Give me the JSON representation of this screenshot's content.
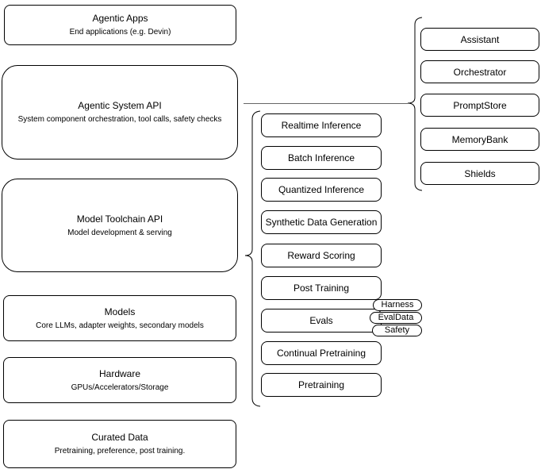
{
  "diagram": {
    "left_stack": [
      {
        "title": "Agentic Apps",
        "subtitle": "End applications (e.g. Devin)"
      },
      {
        "title": "Agentic System API",
        "subtitle": "System component orchestration, tool calls, safety checks"
      },
      {
        "title": "Model Toolchain API",
        "subtitle": "Model development & serving"
      },
      {
        "title": "Models",
        "subtitle": "Core LLMs, adapter weights, secondary models"
      },
      {
        "title": "Hardware",
        "subtitle": "GPUs/Accelerators/Storage"
      },
      {
        "title": "Curated Data",
        "subtitle": "Pretraining, preference, post training."
      }
    ],
    "toolchain_items": [
      "Realtime Inference",
      "Batch Inference",
      "Quantized Inference",
      "Synthetic Data Generation",
      "Reward Scoring",
      "Post Training",
      "Evals",
      "Continual Pretraining",
      "Pretraining"
    ],
    "eval_tags": [
      "Harness",
      "EvalData",
      "Safety"
    ],
    "system_components": [
      "Assistant",
      "Orchestrator",
      "PromptStore",
      "MemoryBank",
      "Shields"
    ],
    "colors": {
      "stroke": "#000000",
      "connector": "#666666",
      "background": "#ffffff"
    }
  }
}
